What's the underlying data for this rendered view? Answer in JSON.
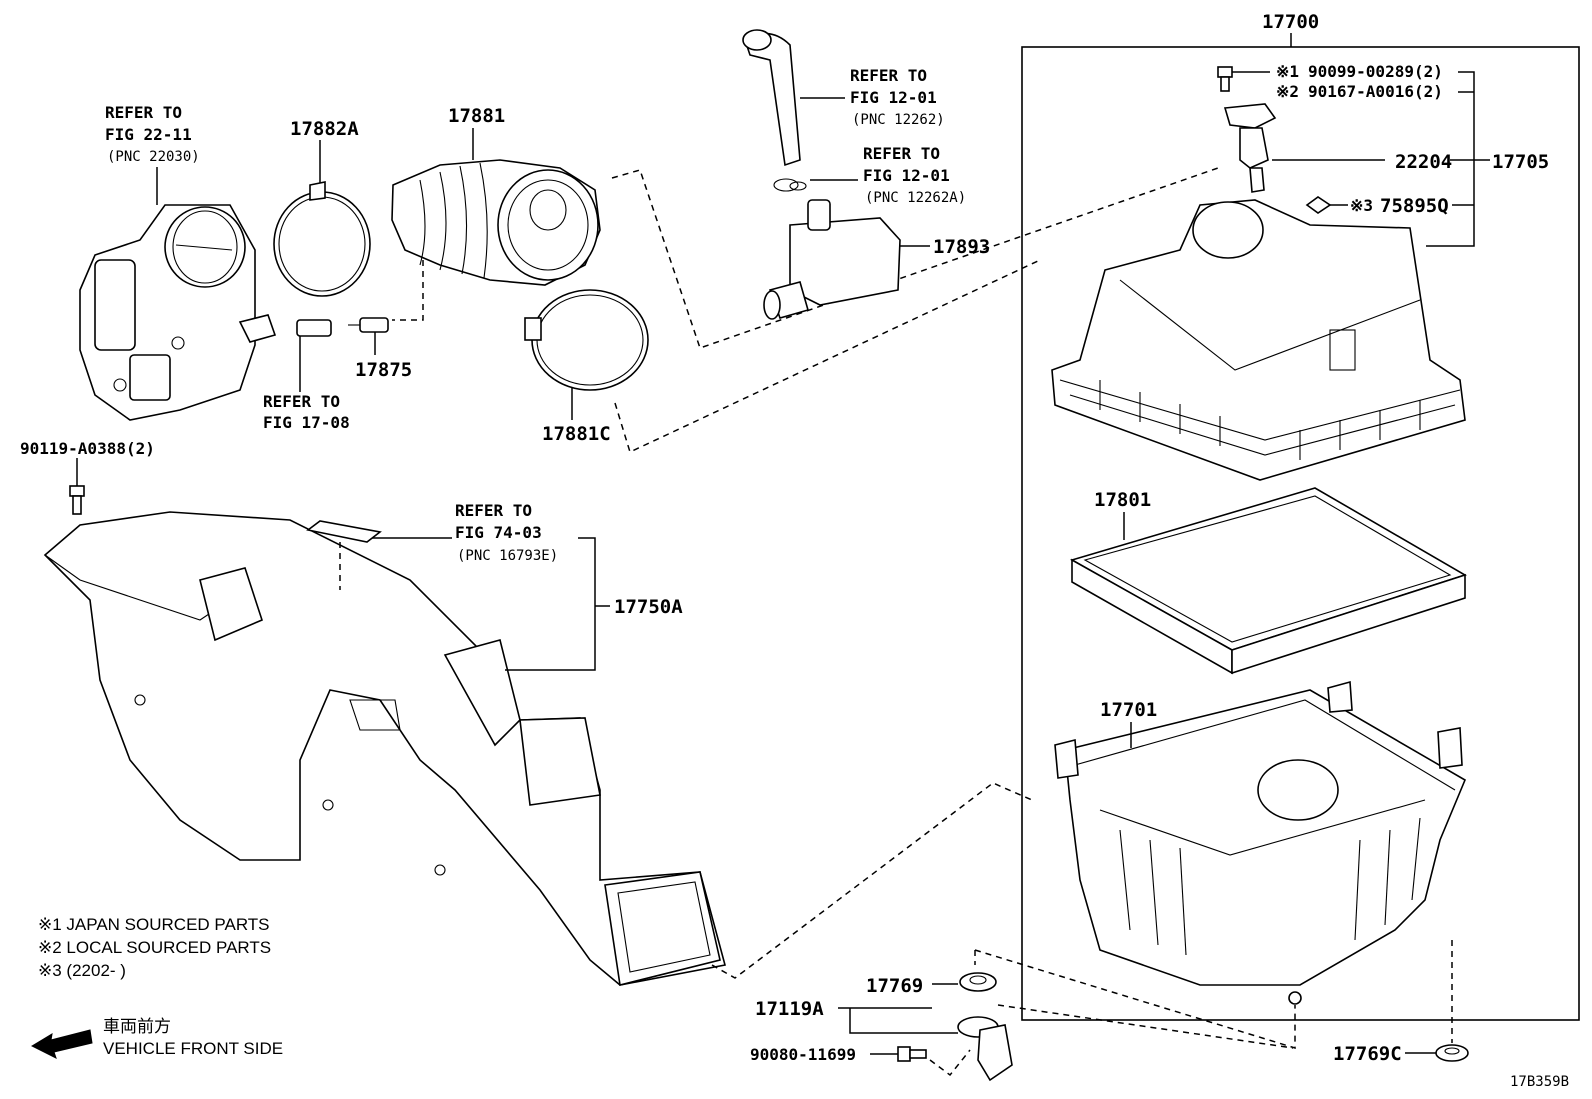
{
  "diagram": {
    "figure_code": "17B359B",
    "assembly_box_label": "17700",
    "parts": {
      "p17700": "17700",
      "p17705": "17705",
      "p22204": "22204",
      "p75895q": "75895Q",
      "p17801": "17801",
      "p17701": "17701",
      "p17893": "17893",
      "p17881": "17881",
      "p17882a": "17882A",
      "p17875": "17875",
      "p17881c": "17881C",
      "p17750a": "17750A",
      "p17769": "17769",
      "p17119a": "17119A",
      "p17769c": "17769C",
      "p9008011699": "90080-11699",
      "p90119": "90119-A0388(2)"
    },
    "bolts": {
      "b1_mark": "※1",
      "b1_part": "90099-00289(2)",
      "b2_mark": "※2",
      "b2_part": "90167-A0016(2)",
      "b3_mark": "※3"
    },
    "refs": {
      "throttle": {
        "l1": "REFER TO",
        "l2": "FIG 22-11",
        "l3": "(PNC 22030)"
      },
      "hose": {
        "l1": "REFER TO",
        "l2": "FIG 17-08"
      },
      "breather": {
        "l1": "REFER TO",
        "l2": "FIG 12-01",
        "l3": "(PNC 12262)"
      },
      "clip": {
        "l1": "REFER TO",
        "l2": "FIG 12-01",
        "l3": "(PNC 12262A)"
      },
      "label": {
        "l1": "REFER TO",
        "l2": "FIG 74-03",
        "l3": "(PNC 16793E)"
      }
    },
    "notes": {
      "n1": "※1 JAPAN SOURCED PARTS",
      "n2": "※2 LOCAL SOURCED PARTS",
      "n3": "※3 (2202-      )"
    },
    "direction": {
      "jp": "車両前方",
      "en": "VEHICLE FRONT SIDE",
      "icon": "arrow-left-icon"
    }
  }
}
